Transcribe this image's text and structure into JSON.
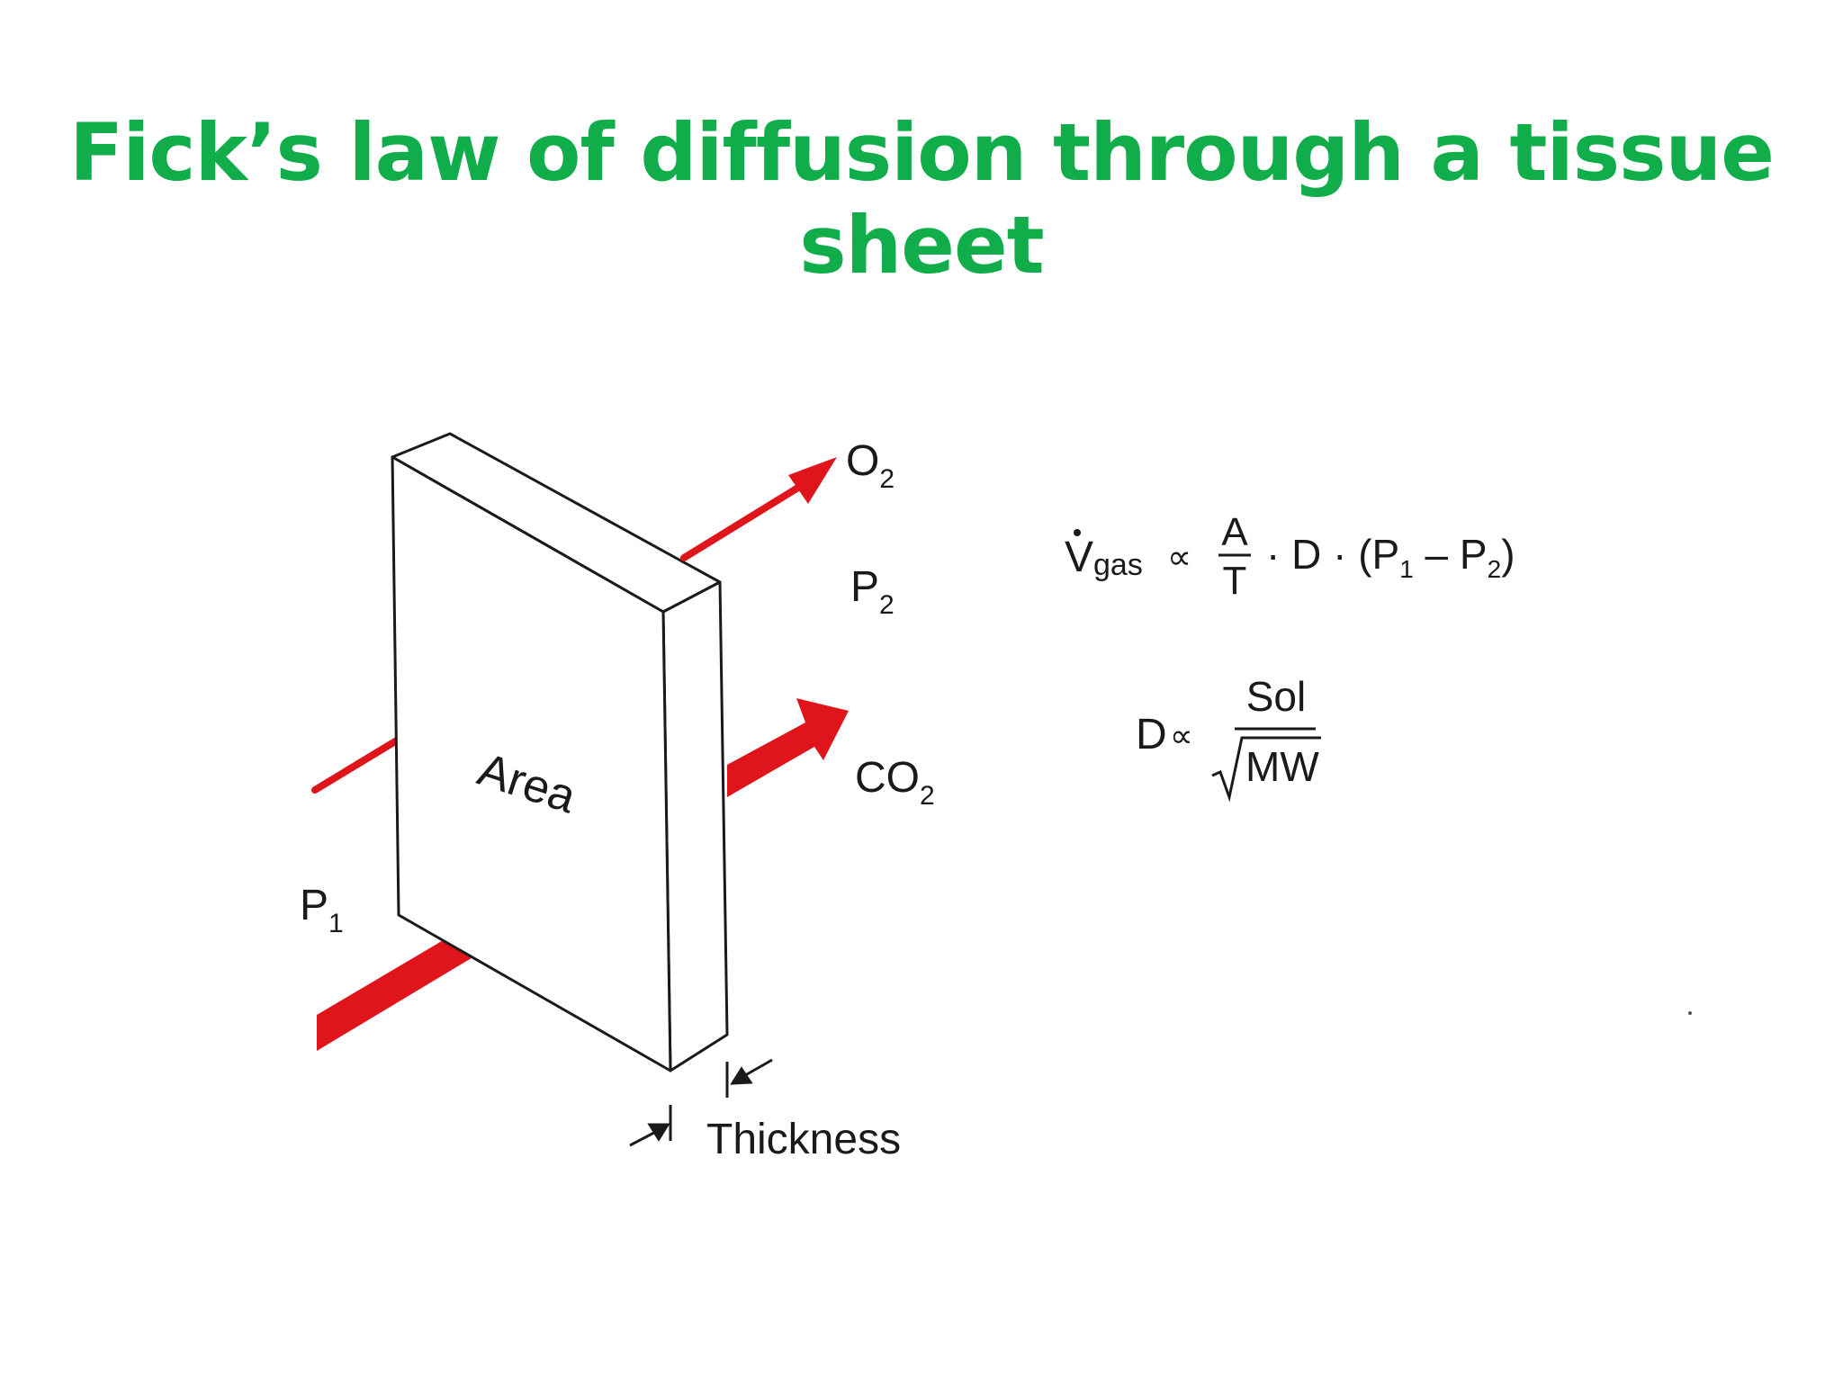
{
  "title": "Fick’s law of diffusion through a tissue sheet",
  "labels": {
    "o2": "O",
    "o2_sub": "2",
    "p2": "P",
    "p2_sub": "2",
    "co2": "CO",
    "co2_sub": "2",
    "p1": "P",
    "p1_sub": "1",
    "area": "Area",
    "thickness": "Thickness"
  },
  "equation1": {
    "lhs": "V",
    "lhs_sub": "gas",
    "prop": "∝",
    "num": "A",
    "den": "T",
    "mid": "· D · (P",
    "p1_sub": "1",
    "minus": " – P",
    "p2_sub": "2",
    "close": ")"
  },
  "equation2": {
    "lhs": "D",
    "prop": "∝",
    "num": "Sol",
    "den": "MW"
  },
  "colors": {
    "title": "#12ad4b",
    "arrow": "#e0141b",
    "line": "#1a1a1a"
  }
}
